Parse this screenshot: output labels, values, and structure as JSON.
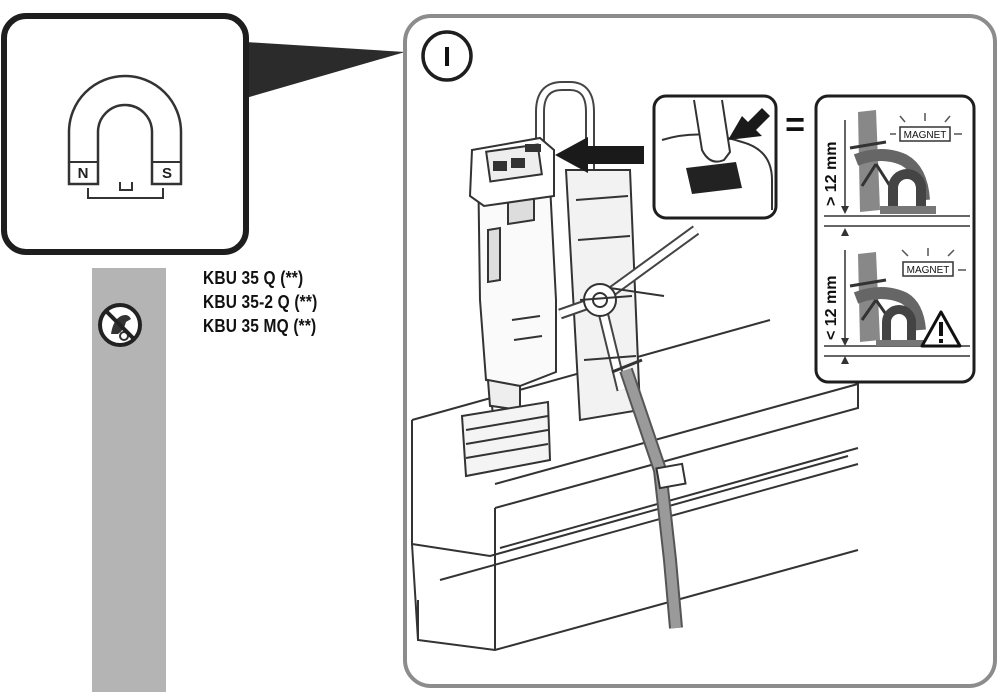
{
  "magnet_poles": {
    "north": "N",
    "south": "S"
  },
  "step_number": "I",
  "equals_sign": "=",
  "models": [
    "KBU 35 Q (**)",
    "KBU 35-2 Q (**)",
    "KBU 35 MQ (**)"
  ],
  "detail_top": {
    "magnet_label": "MAGNET",
    "distance": "> 12 mm"
  },
  "detail_bottom": {
    "magnet_label": "MAGNET",
    "distance": "< 12 mm"
  },
  "colors": {
    "line": "#333333",
    "panel_border": "#8c8c8c",
    "side_bar": "#b4b4b4",
    "arrow": "#1a1a1a"
  }
}
